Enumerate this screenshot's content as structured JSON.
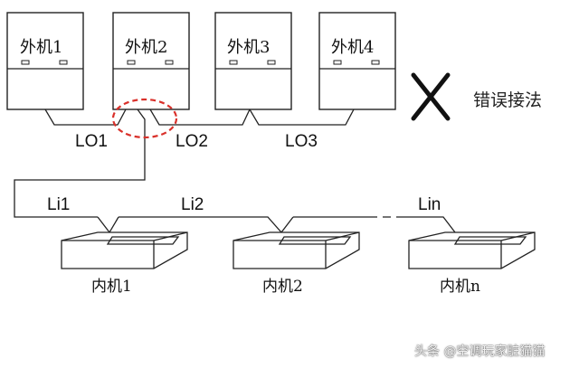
{
  "outdoor_units": [
    {
      "label": "外机1"
    },
    {
      "label": "外机2"
    },
    {
      "label": "外机3"
    },
    {
      "label": "外机4"
    }
  ],
  "outdoor_links": [
    "LO1",
    "LO2",
    "LO3"
  ],
  "indoor_units": [
    {
      "label": "内机1"
    },
    {
      "label": "内机2"
    },
    {
      "label": "内机n"
    }
  ],
  "indoor_links": [
    "Li1",
    "Li2",
    "Lin"
  ],
  "verdict": {
    "symbol": "✕",
    "text": "错误接法"
  },
  "highlight": {
    "color": "#d9302a"
  },
  "watermark": "头条 @空调玩家脏猫猫"
}
